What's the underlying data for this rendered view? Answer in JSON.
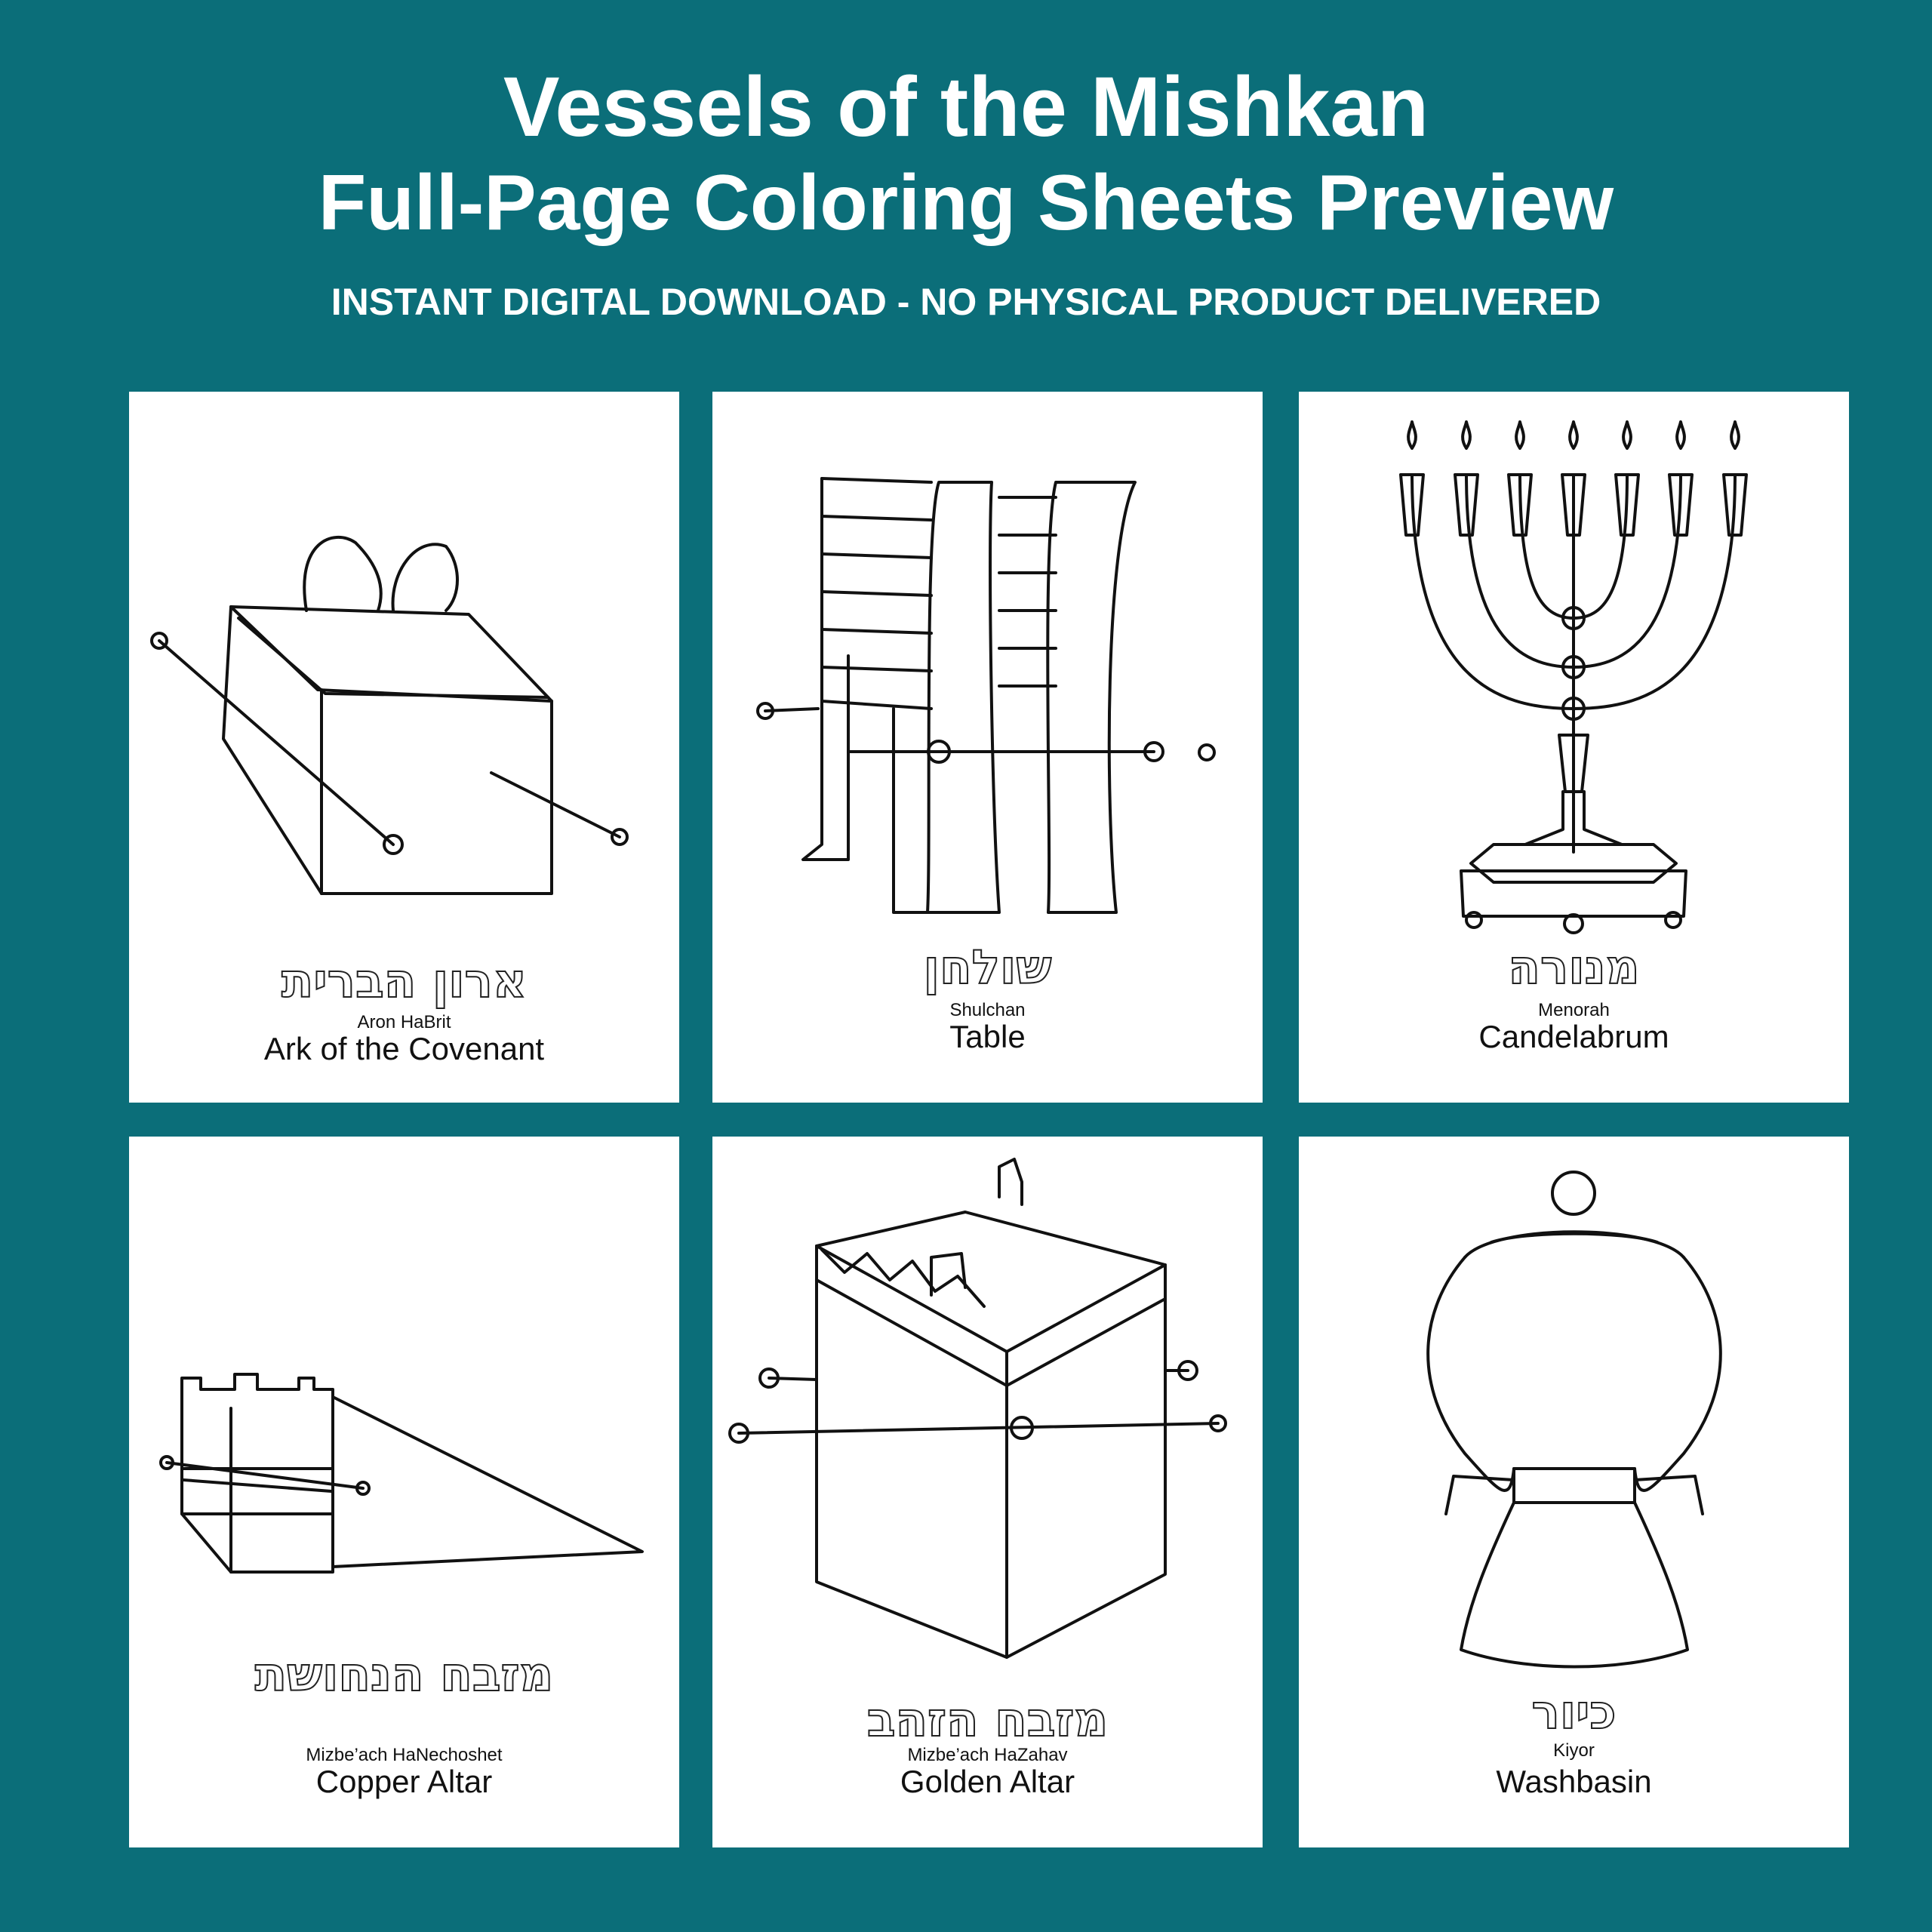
{
  "header": {
    "title_line1": "Vessels of the Mishkan",
    "title_line2": "Full-Page Coloring Sheets  Preview",
    "subtitle": "INSTANT DIGITAL DOWNLOAD - NO PHYSICAL PRODUCT DELIVERED"
  },
  "colors": {
    "background": "#0b6e79",
    "card": "#ffffff"
  },
  "cards": [
    {
      "hebrew": "ארון הברית",
      "transliteration": "Aron HaBrit",
      "english": "Ark of the Covenant",
      "icon": "ark-illustration"
    },
    {
      "hebrew": "שולחן",
      "transliteration": "Shulchan",
      "english": "Table",
      "icon": "table-illustration"
    },
    {
      "hebrew": "מנורה",
      "transliteration": "Menorah",
      "english": "Candelabrum",
      "icon": "menorah-illustration"
    },
    {
      "hebrew": "מזבח הנחושת",
      "transliteration": "Mizbe’ach HaNechoshet",
      "english": "Copper Altar",
      "icon": "copper-altar-illustration"
    },
    {
      "hebrew": "מזבח הזהב",
      "transliteration": "Mizbe’ach HaZahav",
      "english": "Golden Altar",
      "icon": "golden-altar-illustration"
    },
    {
      "hebrew": "כיור",
      "transliteration": "Kiyor",
      "english": "Washbasin",
      "icon": "washbasin-illustration"
    }
  ]
}
